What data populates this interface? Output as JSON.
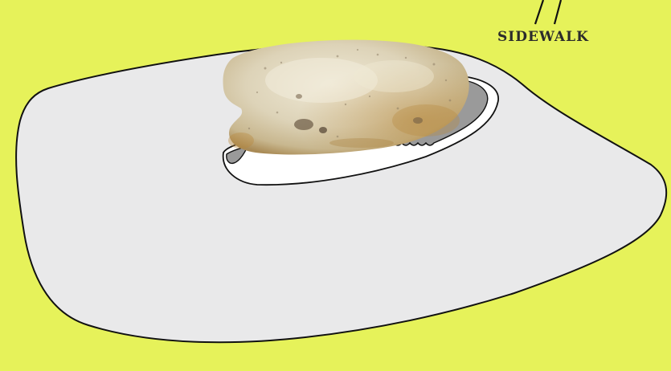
{
  "diagram": {
    "label": "SIDEWALK",
    "colors": {
      "background": "#e6f25a",
      "ground_region": "#e9e9ea",
      "outline": "#111111",
      "depression_shadow": "#9a9a9a",
      "rock_base": "#d8cfb4",
      "rock_highlight": "#ece6d2",
      "rock_rust": "#b88a3e",
      "rock_dark": "#6b5a44",
      "label_text": "#2b2b2b"
    },
    "icons": [
      "sidewalk-marker-lines",
      "rock-stone"
    ]
  }
}
